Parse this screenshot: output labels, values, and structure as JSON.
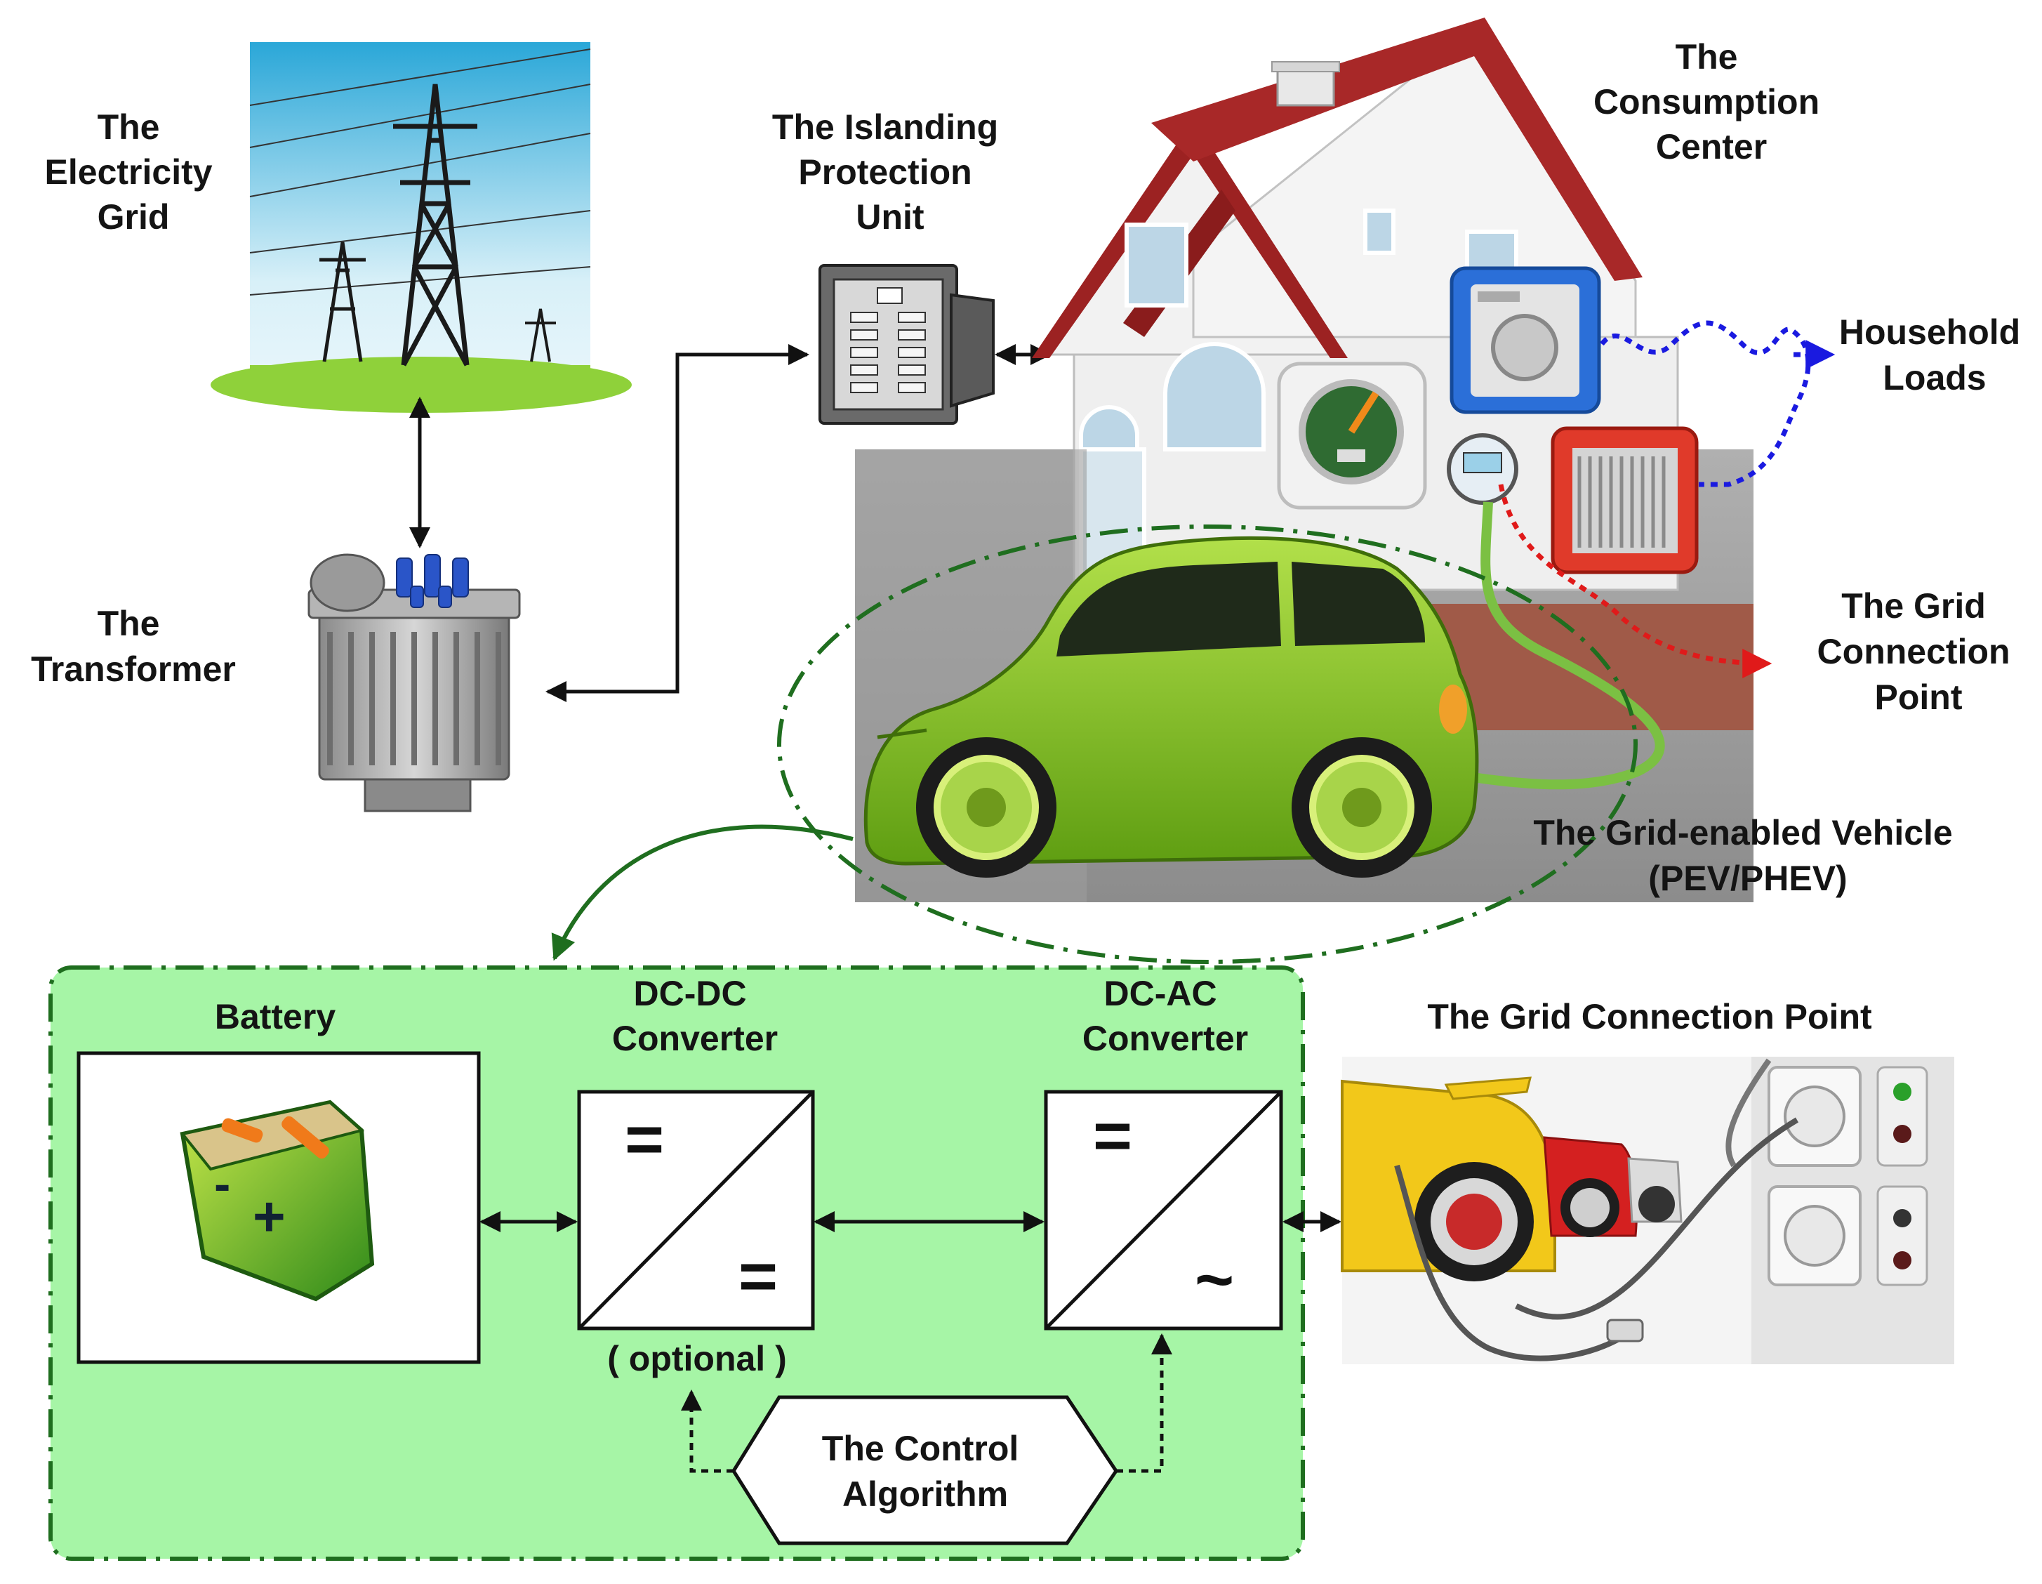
{
  "labels": {
    "electricity_grid": [
      "The",
      "Electricity",
      "Grid"
    ],
    "transformer": [
      "The",
      "Transformer"
    ],
    "islanding_unit": [
      "The Islanding",
      "Protection",
      "Unit"
    ],
    "consumption_center": [
      "The",
      "Consumption",
      "Center"
    ],
    "household_loads": [
      "Household",
      "Loads"
    ],
    "grid_connection_point_top": [
      "The Grid",
      "Connection",
      "Point"
    ],
    "vehicle": [
      "The Grid-enabled Vehicle",
      "(PEV/PHEV)"
    ],
    "battery": "Battery",
    "dcdc": [
      "DC-DC",
      "Converter"
    ],
    "dcac": [
      "DC-AC",
      "Converter"
    ],
    "optional": "( optional )",
    "control": [
      "The Control",
      "Algorithm"
    ],
    "grid_connection_point_bottom": "The Grid Connection Point"
  },
  "symbols": {
    "dc": "=",
    "ac": "~",
    "battery_minus": "-",
    "battery_plus": "+"
  },
  "colors": {
    "panel_fill": "#a6f5a6",
    "panel_border": "#1f6e1f",
    "connector_dark": "#111111",
    "household_link": "#1a1ae0",
    "grid_point_link": "#e01a1a",
    "vehicle_loop": "#1f6e1f",
    "car_body": "#8ccf2a",
    "roof": "#9c2222"
  },
  "icons": [
    "power-tower-icon",
    "transformer-icon",
    "breaker-panel-icon",
    "house-icon",
    "washing-machine-icon",
    "ac-unit-icon",
    "gauge-icon",
    "smart-meter-icon",
    "electric-car-icon",
    "battery-icon",
    "charging-station-icon"
  ]
}
